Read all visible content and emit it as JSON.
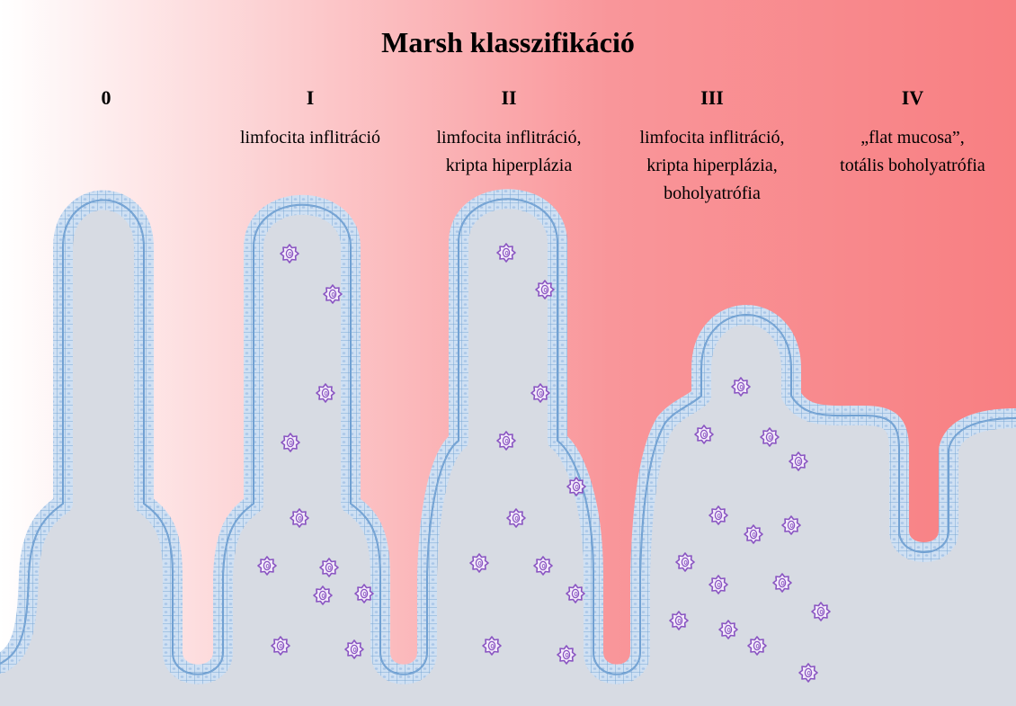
{
  "title": "Marsh klasszifikáció",
  "stages": [
    {
      "numeral": "0",
      "description": []
    },
    {
      "numeral": "I",
      "description": [
        "limfocita inflitráció"
      ]
    },
    {
      "numeral": "II",
      "description": [
        "limfocita inflitráció,",
        "kripta hiperplázia"
      ]
    },
    {
      "numeral": "III",
      "description": [
        "limfocita inflitráció,",
        "kripta hiperplázia,",
        "boholyatrófia"
      ]
    },
    {
      "numeral": "IV",
      "description": [
        "„flat mucosa”,",
        "totális boholyatrófia"
      ]
    }
  ],
  "lymphocytes_per_stage": [
    0,
    11,
    11,
    15,
    0
  ],
  "colors": {
    "background_start": "#ffffff",
    "background_end": "#f87f82",
    "tissue": "#d7dbe3",
    "epithelium_fill": "#cfe0f3",
    "epithelium_stroke": "#5d93c9",
    "lymphocyte_stroke": "#8a55c2",
    "lymphocyte_fill": "#f3ebfa"
  }
}
